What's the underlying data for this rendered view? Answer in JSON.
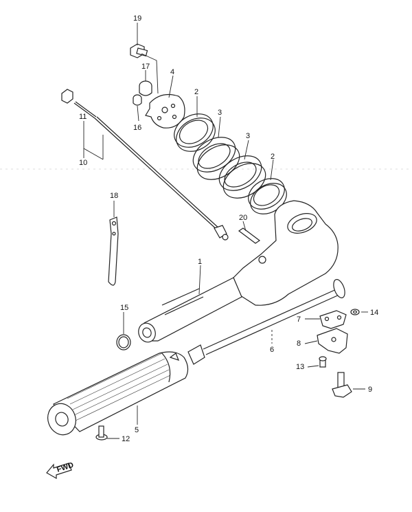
{
  "diagram": {
    "callouts": [
      {
        "id": "c1",
        "label": "1"
      },
      {
        "id": "c2a",
        "label": "2"
      },
      {
        "id": "c2b",
        "label": "2"
      },
      {
        "id": "c3a",
        "label": "3"
      },
      {
        "id": "c3b",
        "label": "3"
      },
      {
        "id": "c4",
        "label": "4"
      },
      {
        "id": "c5",
        "label": "5"
      },
      {
        "id": "c6",
        "label": "6"
      },
      {
        "id": "c7",
        "label": "7"
      },
      {
        "id": "c8",
        "label": "8"
      },
      {
        "id": "c9",
        "label": "9"
      },
      {
        "id": "c10",
        "label": "10"
      },
      {
        "id": "c11",
        "label": "11"
      },
      {
        "id": "c12",
        "label": "12"
      },
      {
        "id": "c13",
        "label": "13"
      },
      {
        "id": "c14",
        "label": "14"
      },
      {
        "id": "c15",
        "label": "15"
      },
      {
        "id": "c16",
        "label": "16"
      },
      {
        "id": "c17",
        "label": "17"
      },
      {
        "id": "c18",
        "label": "18"
      },
      {
        "id": "c19",
        "label": "19"
      },
      {
        "id": "c20",
        "label": "20"
      }
    ],
    "fwd_label": "FWD",
    "line_color": "#222222",
    "background": "#ffffff"
  }
}
